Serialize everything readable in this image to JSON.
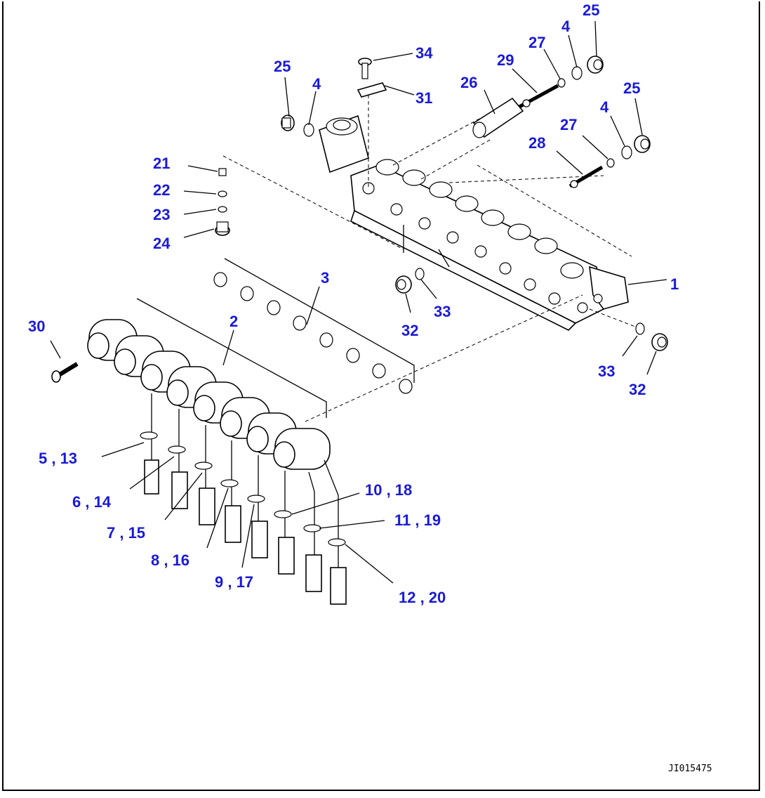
{
  "diagram": {
    "drawing_code": "JI015475",
    "callouts": {
      "c1": "1",
      "c2": "2",
      "c3": "3",
      "c4a": "4",
      "c4b": "4",
      "c4c": "4",
      "c25a": "25",
      "c25b": "25",
      "c25c": "25",
      "c34": "34",
      "c31": "31",
      "c26": "26",
      "c29": "29",
      "c27a": "27",
      "c27b": "27",
      "c28": "28",
      "c21": "21",
      "c22": "22",
      "c23": "23",
      "c24": "24",
      "c30": "30",
      "c32a": "32",
      "c33a": "33",
      "c32b": "32",
      "c33b": "33",
      "c5_13": "5 , 13",
      "c6_14": "6 , 14",
      "c7_15": "7 , 15",
      "c8_16": "8 , 16",
      "c9_17": "9 , 17",
      "c10_18": "10 , 18",
      "c11_19": "11 , 19",
      "c12_20": "12 , 20"
    }
  }
}
